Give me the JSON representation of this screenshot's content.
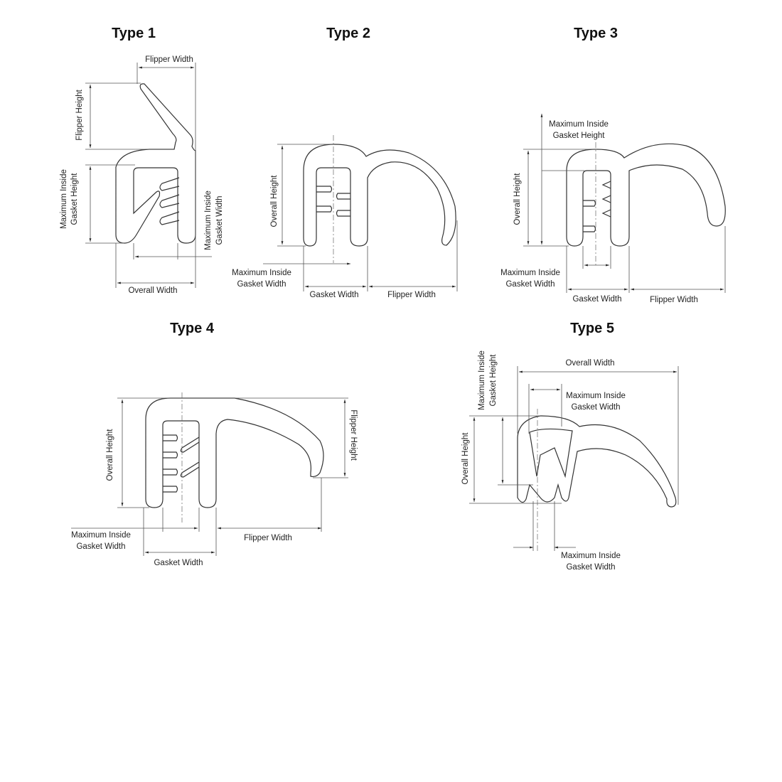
{
  "types": [
    {
      "title": "Type 1",
      "labels": {
        "flipper_width": "Flipper Width",
        "flipper_height": "Flipper Height",
        "max_inside_height_1": "Maximum Inside",
        "max_inside_height_2": "Gasket Height",
        "max_inside_width_1": "Maximum Inside",
        "max_inside_width_2": "Gasket Width",
        "overall_width": "Overall Width"
      }
    },
    {
      "title": "Type 2",
      "labels": {
        "overall_height": "Overall Height",
        "max_inside_width_1": "Maximum Inside",
        "max_inside_width_2": "Gasket Width",
        "gasket_width": "Gasket Width",
        "flipper_width": "Flipper Width"
      }
    },
    {
      "title": "Type 3",
      "labels": {
        "max_inside_height_1": "Maximum Inside",
        "max_inside_height_2": "Gasket Height",
        "overall_height": "Overall Height",
        "max_inside_width_1": "Maximum Inside",
        "max_inside_width_2": "Gasket Width",
        "gasket_width": "Gasket Width",
        "flipper_width": "Flipper Width"
      }
    },
    {
      "title": "Type 4",
      "labels": {
        "overall_height": "Overall Height",
        "flipper_height": "Flipper Height",
        "max_inside_width_1": "Maximum Inside",
        "max_inside_width_2": "Gasket Width",
        "flipper_width": "Flipper Width",
        "gasket_width": "Gasket Width"
      }
    },
    {
      "title": "Type 5",
      "labels": {
        "overall_width": "Overall Width",
        "max_inside_width_1": "Maximum Inside",
        "max_inside_width_2": "Gasket Width",
        "max_inside_height_1": "Maximum Inside",
        "max_inside_height_2": "Gasket Height",
        "overall_height": "Overall Height",
        "bottom_width_1": "Maximum Inside",
        "bottom_width_2": "Gasket Width"
      }
    }
  ]
}
